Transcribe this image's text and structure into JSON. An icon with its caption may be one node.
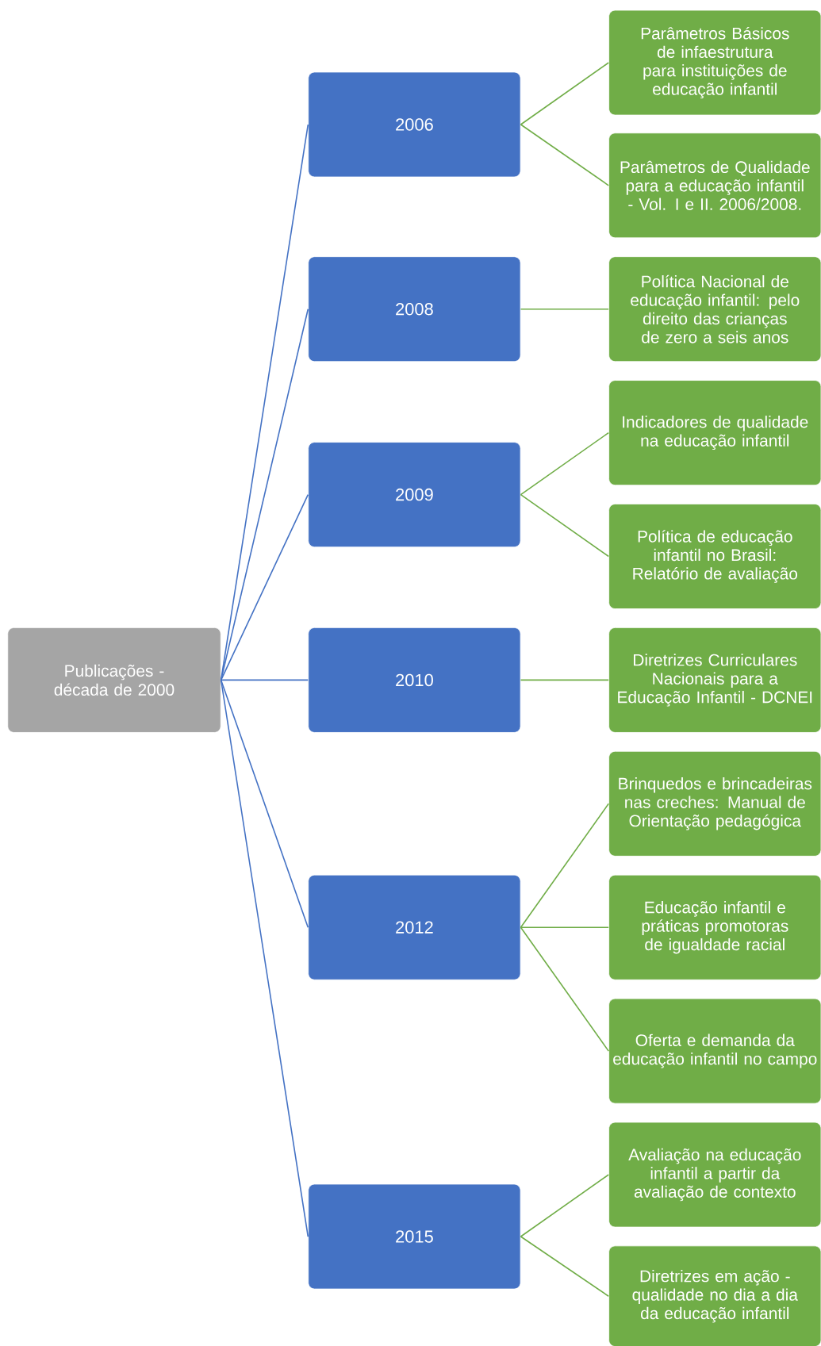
{
  "diagram": {
    "nodes": [
      {
        "text": [
          "Publicações - década de 2000"
        ]
      },
      {
        "text": [
          "2006"
        ]
      },
      {
        "text": [
          "Parâmetros Básicos de infaestrutura para instituições de educação infantil"
        ]
      },
      {
        "text": [
          "Parâmetros de Qualidade para a educação infantil - Vol. I e II. 2006/2008."
        ]
      },
      {
        "text": [
          "2008"
        ]
      },
      {
        "text": [
          "Política Nacional de educação infantil: pelo direito das crianças de zero a seis anos"
        ]
      },
      {
        "text": [
          "2009"
        ]
      },
      {
        "text": [
          "Indicadores de qualidade na educação infantil"
        ]
      },
      {
        "text": [
          "Política de educação infantil no Brasil: Relatório de avaliação"
        ]
      },
      {
        "text": [
          "2010"
        ]
      },
      {
        "text": [
          "Diretrizes Curriculares Nacionais para a Educação Infantil - DCNEI"
        ]
      },
      {
        "text": [
          "2012"
        ]
      },
      {
        "text": [
          "Brinquedos e brincadeiras nas creches: Manual de Orientação pedagógica"
        ]
      },
      {
        "text": [
          "Educação infantil e práticas promotoras de igualdade racial"
        ]
      },
      {
        "text": [
          "Oferta e demanda da educação infantil no campo"
        ]
      },
      {
        "text": [
          "2015"
        ]
      },
      {
        "text": [
          "Avaliação na educação infantil a partir da avaliação de contexto"
        ]
      },
      {
        "text": [
          "Diretrizes em ação - qualidade no dia a dia da educação infantil"
        ]
      }
    ],
    "edges": [
      {
        "from": 0,
        "to": 1,
        "arrow": "none",
        "color": "#4472c4"
      },
      {
        "from": 0,
        "to": 4,
        "arrow": "none",
        "color": "#4472c4"
      },
      {
        "from": 0,
        "to": 6,
        "arrow": "none",
        "color": "#4472c4"
      },
      {
        "from": 0,
        "to": 9,
        "arrow": "none",
        "color": "#4472c4"
      },
      {
        "from": 0,
        "to": 11,
        "arrow": "none",
        "color": "#4472c4"
      },
      {
        "from": 0,
        "to": 15,
        "arrow": "none",
        "color": "#4472c4"
      },
      {
        "from": 1,
        "to": 2,
        "arrow": "none"
      },
      {
        "from": 1,
        "to": 3,
        "arrow": "none"
      },
      {
        "from": 4,
        "to": 5,
        "arrow": "none"
      },
      {
        "from": 6,
        "to": 7,
        "arrow": "none"
      },
      {
        "from": 6,
        "to": 8,
        "arrow": "none"
      },
      {
        "from": 9,
        "to": 10,
        "arrow": "none"
      },
      {
        "from": 11,
        "to": 12,
        "arrow": "none"
      },
      {
        "from": 11,
        "to": 13,
        "arrow": "none"
      },
      {
        "from": 11,
        "to": 14,
        "arrow": "none"
      },
      {
        "from": 15,
        "to": 16,
        "arrow": "none"
      },
      {
        "from": 15,
        "to": 17,
        "arrow": "none"
      }
    ]
  }
}
